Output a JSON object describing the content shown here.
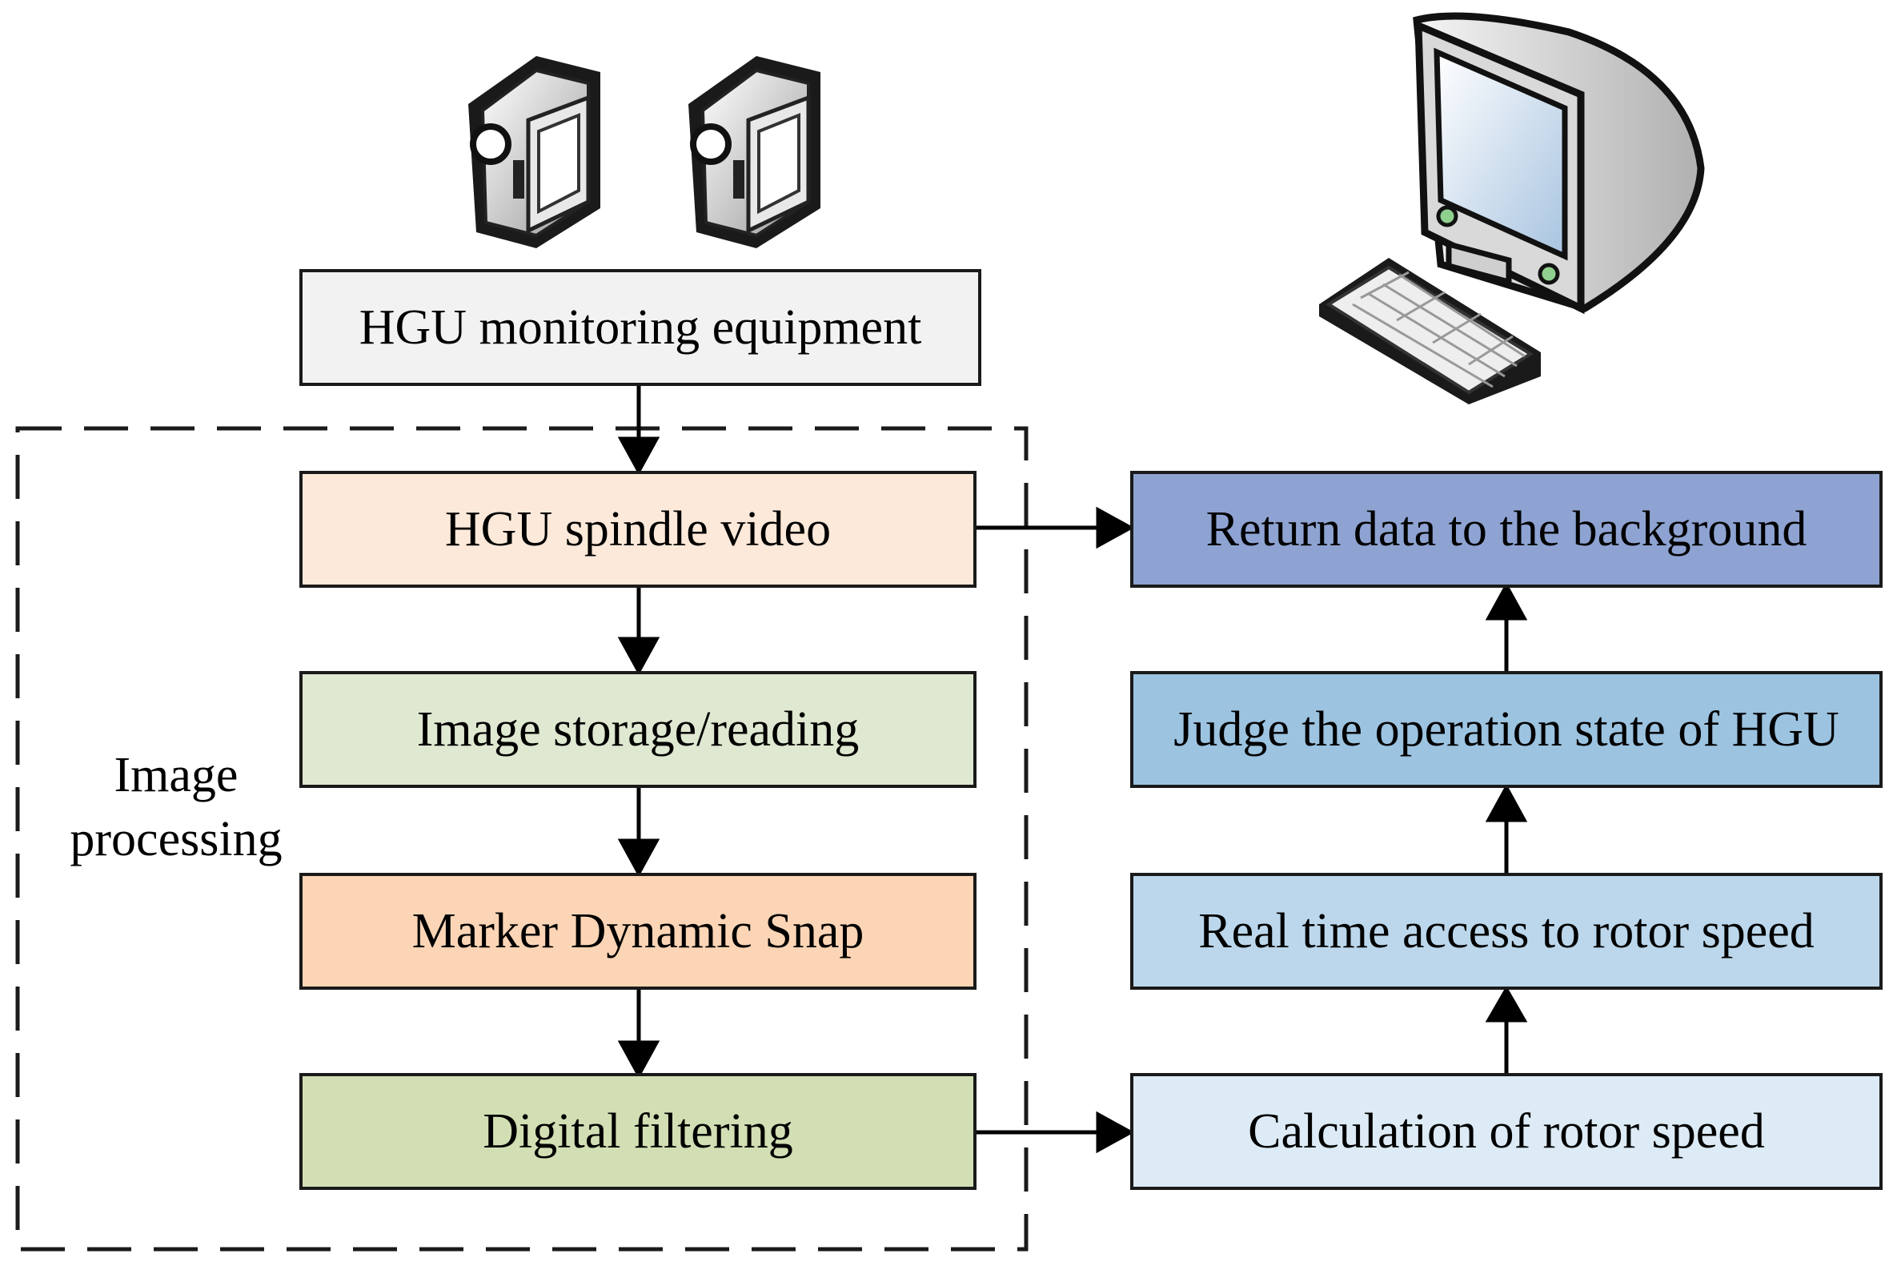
{
  "left_flow": {
    "monitoring": "HGU monitoring equipment",
    "spindle_video": "HGU spindle video",
    "storage": "Image storage/reading",
    "marker": "Marker Dynamic Snap",
    "filtering": "Digital filtering"
  },
  "right_flow": {
    "return_data": "Return data to the background",
    "judge": "Judge the operation state of HGU",
    "realtime": "Real time access to rotor speed",
    "calculation": "Calculation of rotor speed"
  },
  "group_label": {
    "line1": "Image",
    "line2": "processing"
  },
  "colors": {
    "monitoring": "#f2f2f2",
    "spindle_video": "#fde9d9",
    "storage": "#dfe8d0",
    "marker": "#fbd5b5",
    "filtering": "#d2dfb4",
    "return_data": "#8ea3d2",
    "judge": "#9cc3e0",
    "realtime": "#bcd7eb",
    "calculation": "#dcebf5"
  },
  "icons": [
    "camera-icon",
    "camera-icon",
    "computer-icon"
  ]
}
